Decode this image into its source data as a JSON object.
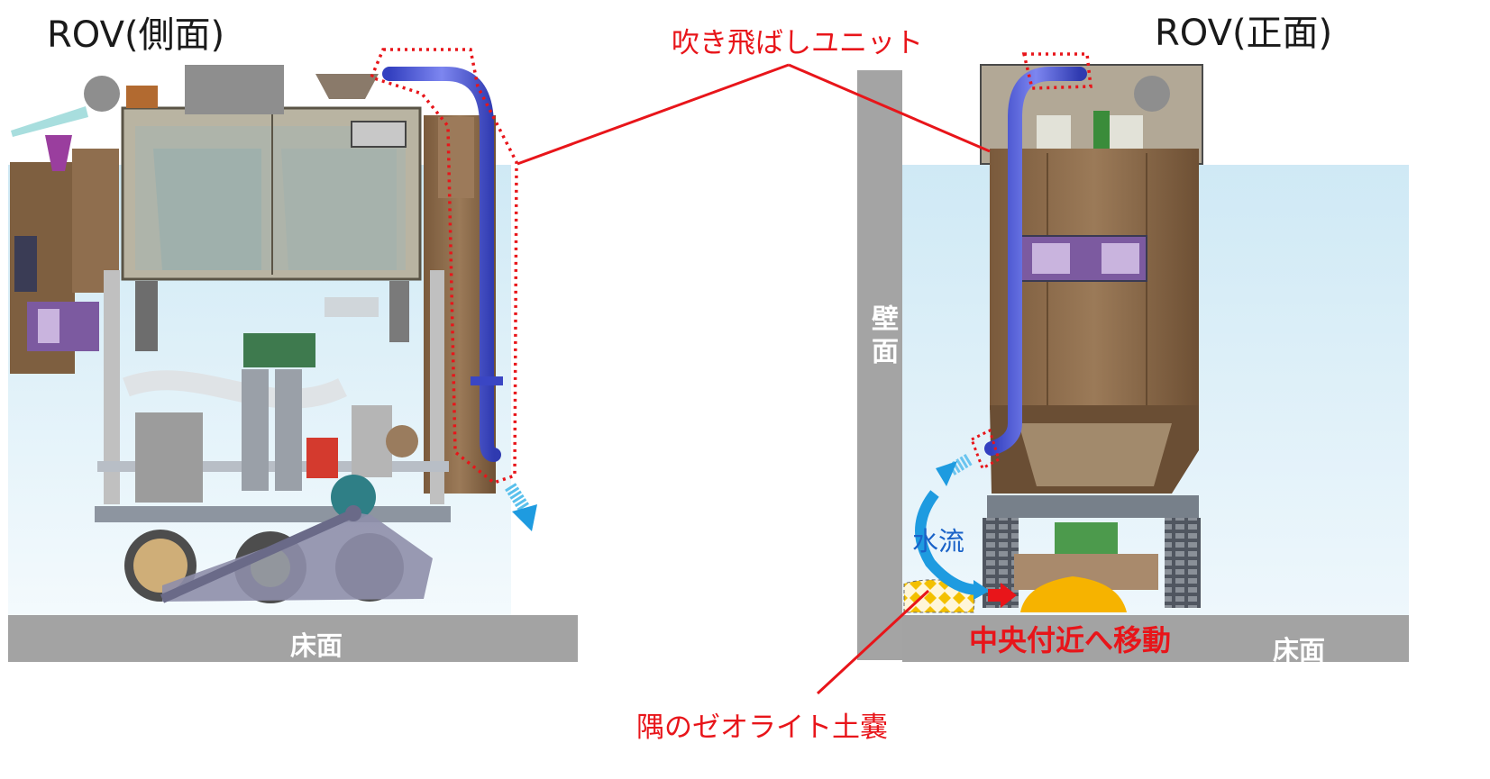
{
  "labels": {
    "side_title": "ROV(側面)",
    "front_title": "ROV(正面)",
    "unit_label": "吹き飛ばしユニット",
    "floor_left": "床面",
    "floor_right": "床面",
    "wall": "壁面",
    "water_flow": "水流",
    "move_center": "中央付近へ移動",
    "zeolite_label": "隅のゼオライト土嚢"
  },
  "colors": {
    "water": "#d6ecf6",
    "floor": "#a0a0a0",
    "callout": "#e8151a",
    "pipe": "#4a56d8",
    "body_brown": "#8a6a4a",
    "flow_arrow": "#1e9be0",
    "sandbag": "#f6b300",
    "zeolite": "#f3c63a"
  }
}
